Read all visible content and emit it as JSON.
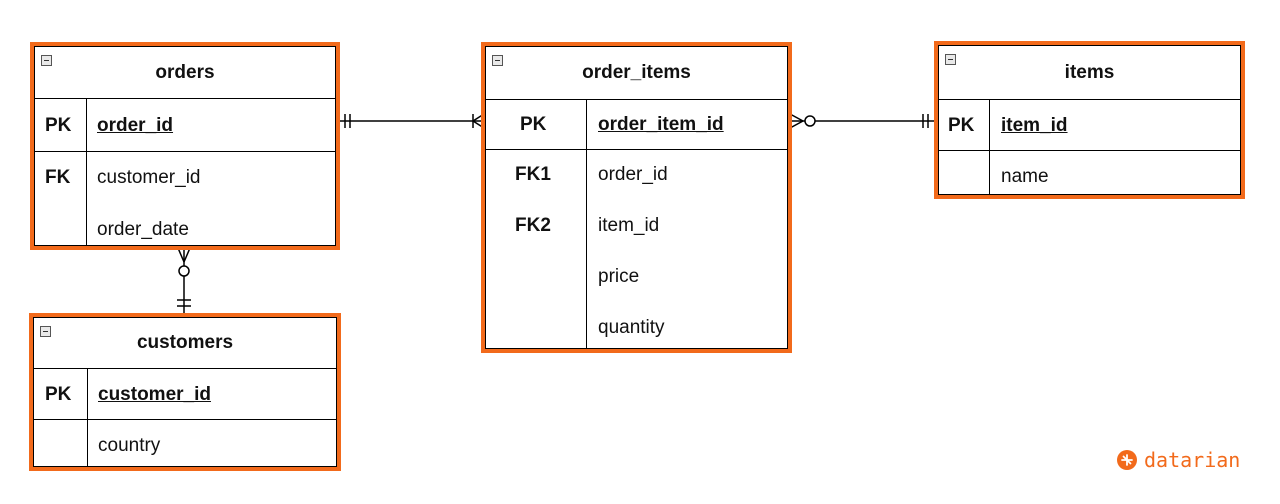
{
  "entities": {
    "orders": {
      "title": "orders",
      "key_pk": "PK",
      "key_fk": "FK",
      "pk_field": "order_id",
      "fields": [
        "customer_id",
        "order_date"
      ]
    },
    "order_items": {
      "title": "order_items",
      "key_pk": "PK",
      "key_fk1": "FK1",
      "key_fk2": "FK2",
      "pk_field": "order_item_id",
      "fields": [
        "order_id",
        "item_id",
        "price",
        "quantity"
      ]
    },
    "items": {
      "title": "items",
      "key_pk": "PK",
      "pk_field": "item_id",
      "fields": [
        "name"
      ]
    },
    "customers": {
      "title": "customers",
      "key_pk": "PK",
      "pk_field": "customer_id",
      "fields": [
        "country"
      ]
    }
  },
  "brand": {
    "name": "datarian",
    "color": "#f26a1b",
    "icon": "datarian-logo-icon"
  },
  "colors": {
    "entity_border": "#f26a1b",
    "line": "#000000"
  }
}
